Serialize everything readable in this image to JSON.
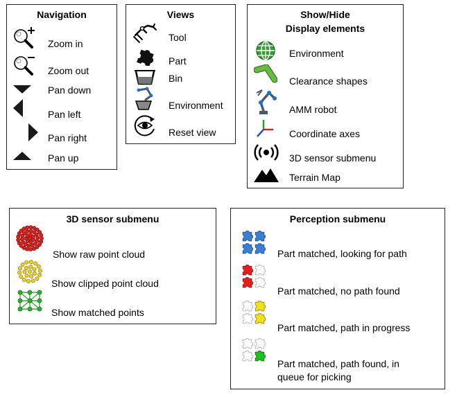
{
  "navigation": {
    "title": "Navigation",
    "items": [
      {
        "label": "Zoom in",
        "icon": "zoom-in-icon"
      },
      {
        "label": "Zoom out",
        "icon": "zoom-out-icon"
      },
      {
        "label": "Pan down",
        "icon": "pan-down-icon"
      },
      {
        "label": "Pan left",
        "icon": "pan-left-icon"
      },
      {
        "label": "Pan right",
        "icon": "pan-right-icon"
      },
      {
        "label": "Pan up",
        "icon": "pan-up-icon"
      }
    ]
  },
  "views": {
    "title": "Views",
    "items": [
      {
        "label": "Tool",
        "icon": "gripper-tool-icon"
      },
      {
        "label": "Part",
        "icon": "puzzle-part-icon"
      },
      {
        "label": "Bin",
        "icon": "bin-icon"
      },
      {
        "label": "Environment",
        "icon": "robot-bin-environment-icon"
      },
      {
        "label": "Reset view",
        "icon": "eye-reset-icon"
      }
    ]
  },
  "show_hide": {
    "title_line1": "Show/Hide",
    "title_line2": "Display elements",
    "items": [
      {
        "label": "Environment",
        "icon": "globe-icon"
      },
      {
        "label": "Clearance shapes",
        "icon": "clearance-arm-icon"
      },
      {
        "label": "AMM robot",
        "icon": "robot-arm-icon"
      },
      {
        "label": "Coordinate axes",
        "icon": "axes-icon"
      },
      {
        "label": "3D sensor submenu",
        "icon": "sensor-broadcast-icon"
      },
      {
        "label": "Terrain Map",
        "icon": "mountain-icon"
      }
    ]
  },
  "sensor_submenu": {
    "title": "3D sensor submenu",
    "items": [
      {
        "label": "Show raw point cloud",
        "icon": "raw-point-cloud-icon"
      },
      {
        "label": "Show clipped point cloud",
        "icon": "clipped-point-cloud-icon"
      },
      {
        "label": "Show matched points",
        "icon": "matched-points-icon"
      }
    ]
  },
  "perception_submenu": {
    "title": "Perception submenu",
    "items": [
      {
        "label": "Part matched, looking for path",
        "icon": "puzzle-blue-icon"
      },
      {
        "label": "Part matched, no path found",
        "icon": "puzzle-red-icon"
      },
      {
        "label": "Part matched, path in progress",
        "icon": "puzzle-yellow-icon"
      },
      {
        "label_line1": "Part matched, path found, in",
        "label_line2": "queue for picking",
        "icon": "puzzle-green-icon"
      }
    ]
  },
  "colors": {
    "globe": "#3a9a3a",
    "clearance": "#66bb44",
    "robot_arm": "#4a5a6a",
    "robot_joint": "#1e6fd0",
    "axis_x": "#e02020",
    "axis_y": "#2050d0",
    "axis_z": "#20a030",
    "raw_points": "#e02020",
    "clipped_points": "#f0d020",
    "matched_points": "#30b030",
    "puzzle_blue": "#3a7fd0",
    "puzzle_red": "#e02020",
    "puzzle_yellow": "#f0e020",
    "puzzle_green": "#20c020"
  }
}
